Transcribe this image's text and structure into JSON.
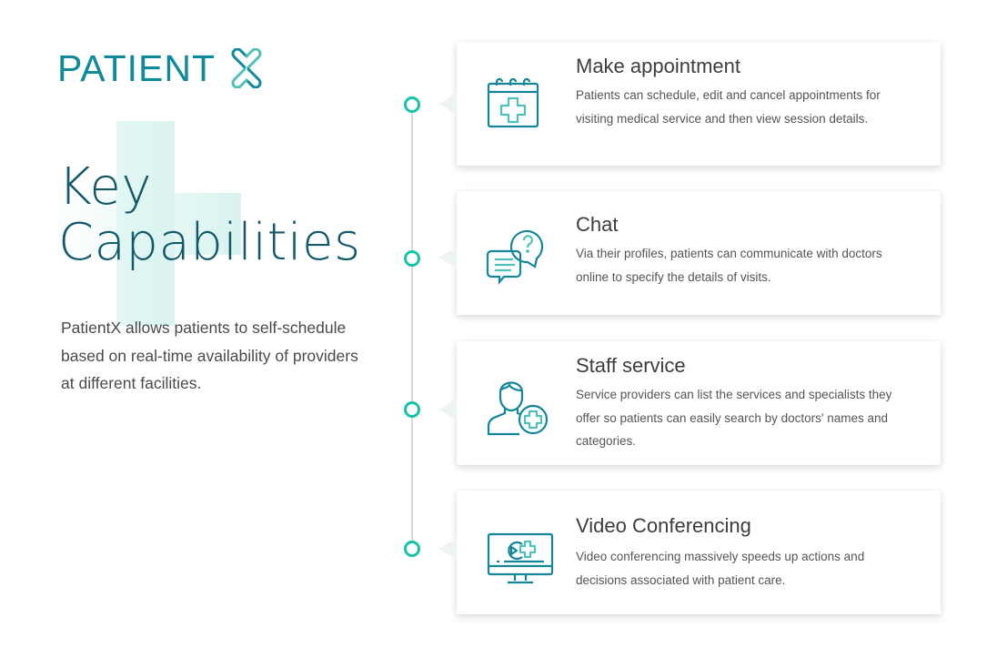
{
  "logo": {
    "text": "PATIENT",
    "icon": "patient-x-logo-icon"
  },
  "hero": {
    "title_line1": "Key",
    "title_line2": "Capabilities",
    "description": "PatientX allows patients to self-schedule based on real-time availability of providers at different facilities."
  },
  "colors": {
    "brand_teal": "#0f8a9a",
    "title_dark_teal": "#13596a",
    "accent_green": "#17c3a7",
    "icon_light_teal": "#4fc1b6"
  },
  "capabilities": [
    {
      "title": "Make appointment",
      "icon": "calendar-plus-icon",
      "description": "Patients can schedule, edit and cancel appointments for visiting medical service and then view session details."
    },
    {
      "title": "Chat",
      "icon": "chat-question-icon",
      "description": "Via their profiles, patients can communicate with doctors online to specify the details of visits."
    },
    {
      "title": "Staff service",
      "icon": "doctor-plus-icon",
      "description": "Service providers can list the services and specialists they offer so patients can easily search by doctors' names and categories."
    },
    {
      "title": "Video Conferencing",
      "icon": "monitor-video-icon",
      "description": "Video conferencing massively speeds up actions and decisions associated with patient care."
    }
  ]
}
